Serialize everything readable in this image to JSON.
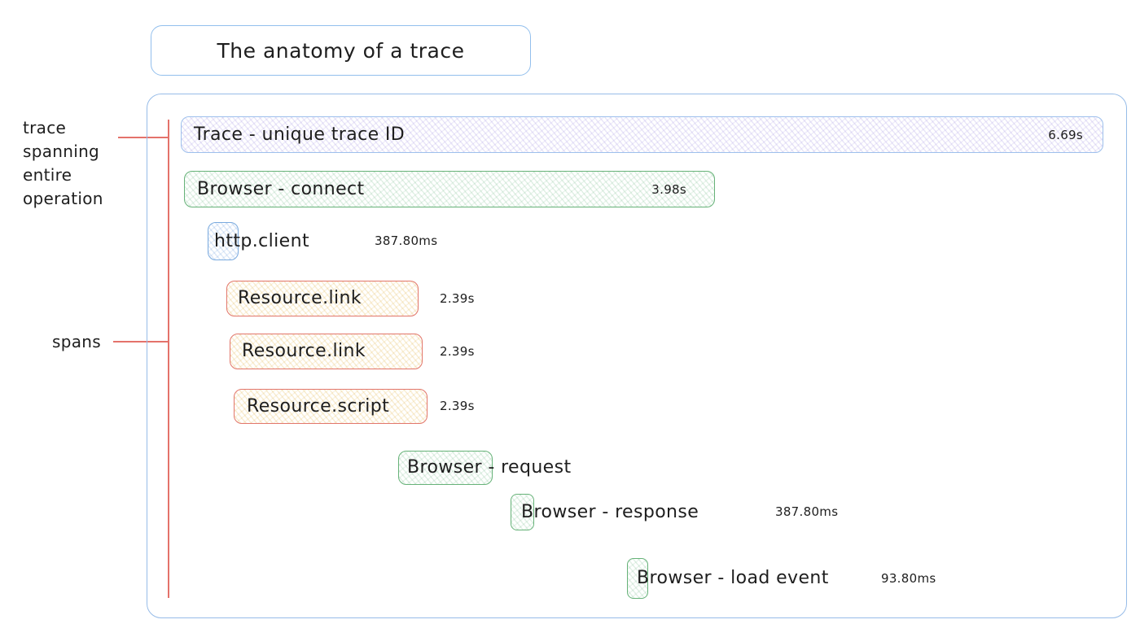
{
  "title": "The anatomy of a trace",
  "annotations": {
    "trace": "trace spanning entire operation",
    "spans": "spans"
  },
  "spans": [
    {
      "id": "trace",
      "label": "Trace - unique trace ID",
      "duration": "6.69s",
      "color_name": "purple"
    },
    {
      "id": "browser-connect",
      "label": "Browser - connect",
      "duration": "3.98s",
      "color_name": "green"
    },
    {
      "id": "http-client",
      "label": "http.client",
      "duration": "387.80ms",
      "color_name": "blue"
    },
    {
      "id": "resource-link-1",
      "label": "Resource.link",
      "duration": "2.39s",
      "color_name": "yellow"
    },
    {
      "id": "resource-link-2",
      "label": "Resource.link",
      "duration": "2.39s",
      "color_name": "yellow"
    },
    {
      "id": "resource-script",
      "label": "Resource.script",
      "duration": "2.39s",
      "color_name": "yellow"
    },
    {
      "id": "browser-request",
      "label": "Browser - request",
      "duration": "",
      "color_name": "green"
    },
    {
      "id": "browser-response",
      "label": "Browser - response",
      "duration": "387.80ms",
      "color_name": "green"
    },
    {
      "id": "browser-load-event",
      "label": "Browser - load event",
      "duration": "93.80ms",
      "color_name": "green"
    }
  ],
  "colors": {
    "container_border": "#97bce8",
    "trace_border": "#9ec0ec",
    "trace_fill_tint": "#e9e5f9",
    "green_border": "#66b278",
    "green_fill_tint": "#e0f2e4",
    "yellow_border": "#e2766a",
    "yellow_fill_tint": "#fbf0d3",
    "blue_border": "#7aaade",
    "blue_fill_tint": "#dce9f9",
    "annotation_line": "#e4726b",
    "text": "#1e1e1e"
  }
}
